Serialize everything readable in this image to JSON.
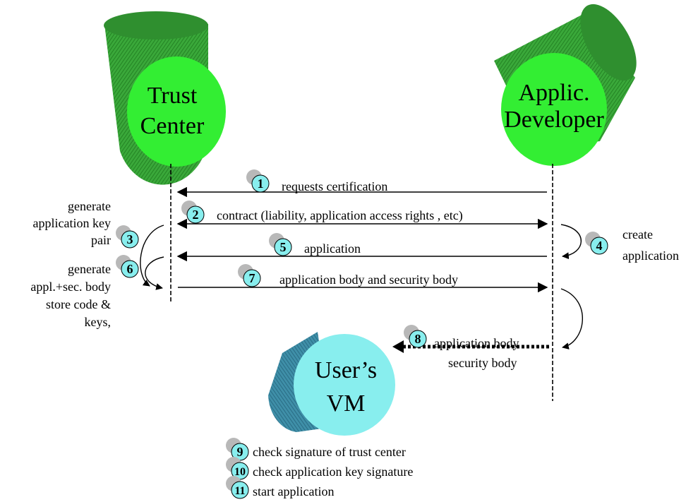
{
  "actors": {
    "trust_center": {
      "line1": "Trust",
      "line2": "Center",
      "color": "#33ee33"
    },
    "developer": {
      "line1": "Applic.",
      "line2": "Developer",
      "color": "#33ee33"
    },
    "user_vm": {
      "line1": "User’s",
      "line2": "VM",
      "color": "#88eeee"
    }
  },
  "colors": {
    "cylinder_green": "#2a9a2a",
    "cylinder_blue": "#2e7f9a",
    "badge_fill": "#88eeee",
    "badge_shadow": "#b0b0b0"
  },
  "messages": [
    {
      "num": "1",
      "label": "requests certification"
    },
    {
      "num": "2",
      "label": "contract (liability, application access rights , etc)"
    },
    {
      "num": "5",
      "label": "application"
    },
    {
      "num": "7",
      "label": "application body  and security body"
    },
    {
      "num": "8",
      "label": "application body",
      "label2": "security body"
    }
  ],
  "left_notes": {
    "step3_num": "3",
    "step3": [
      "generate",
      "application key",
      "pair"
    ],
    "step6_num": "6",
    "step6": [
      "generate",
      "appl.+sec. body",
      "store code &",
      "keys,"
    ]
  },
  "right_notes": {
    "step4_num": "4",
    "step4": [
      "create",
      "application"
    ]
  },
  "checks": [
    {
      "num": "9",
      "label": "check signature of trust center"
    },
    {
      "num": "10",
      "label": "check application key signature"
    },
    {
      "num": "11",
      "label": "start application"
    }
  ]
}
